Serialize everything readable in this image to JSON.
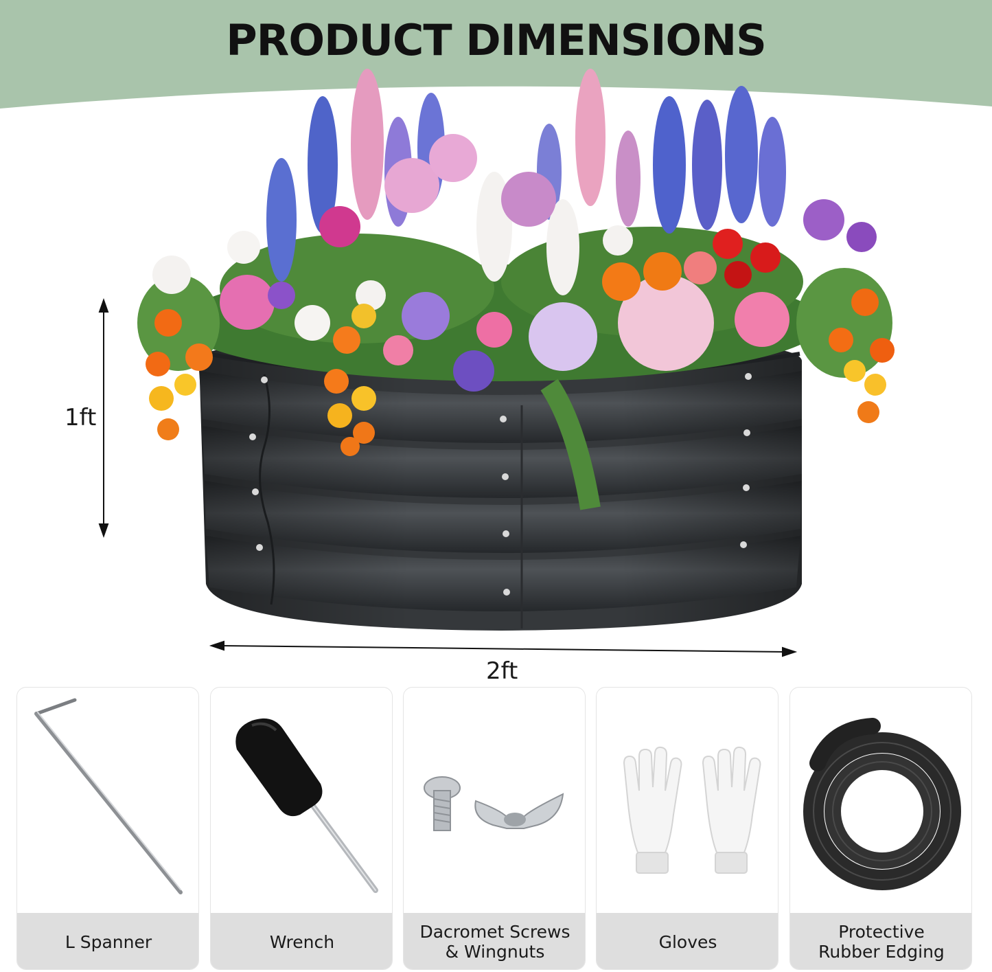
{
  "title": "PRODUCT DIMENSIONS",
  "dimensions": {
    "height": "1ft",
    "width": "2ft"
  },
  "colors": {
    "header_band": "#a9c4ab",
    "planter": "#3a3d40",
    "caption_bg": "#dedede"
  },
  "accessories": [
    {
      "label": "L Spanner",
      "icon": "l-spanner-icon"
    },
    {
      "label": "Wrench",
      "icon": "screwdriver-icon"
    },
    {
      "label": "Dacromet Screws & Wingnuts",
      "line1": "Dacromet Screws",
      "line2": "& Wingnuts",
      "icon": "screw-wingnut-icon"
    },
    {
      "label": "Gloves",
      "icon": "gloves-icon"
    },
    {
      "label": "Protective Rubber Edging",
      "line1": "Protective",
      "line2": "Rubber Edging",
      "icon": "rubber-coil-icon"
    }
  ]
}
